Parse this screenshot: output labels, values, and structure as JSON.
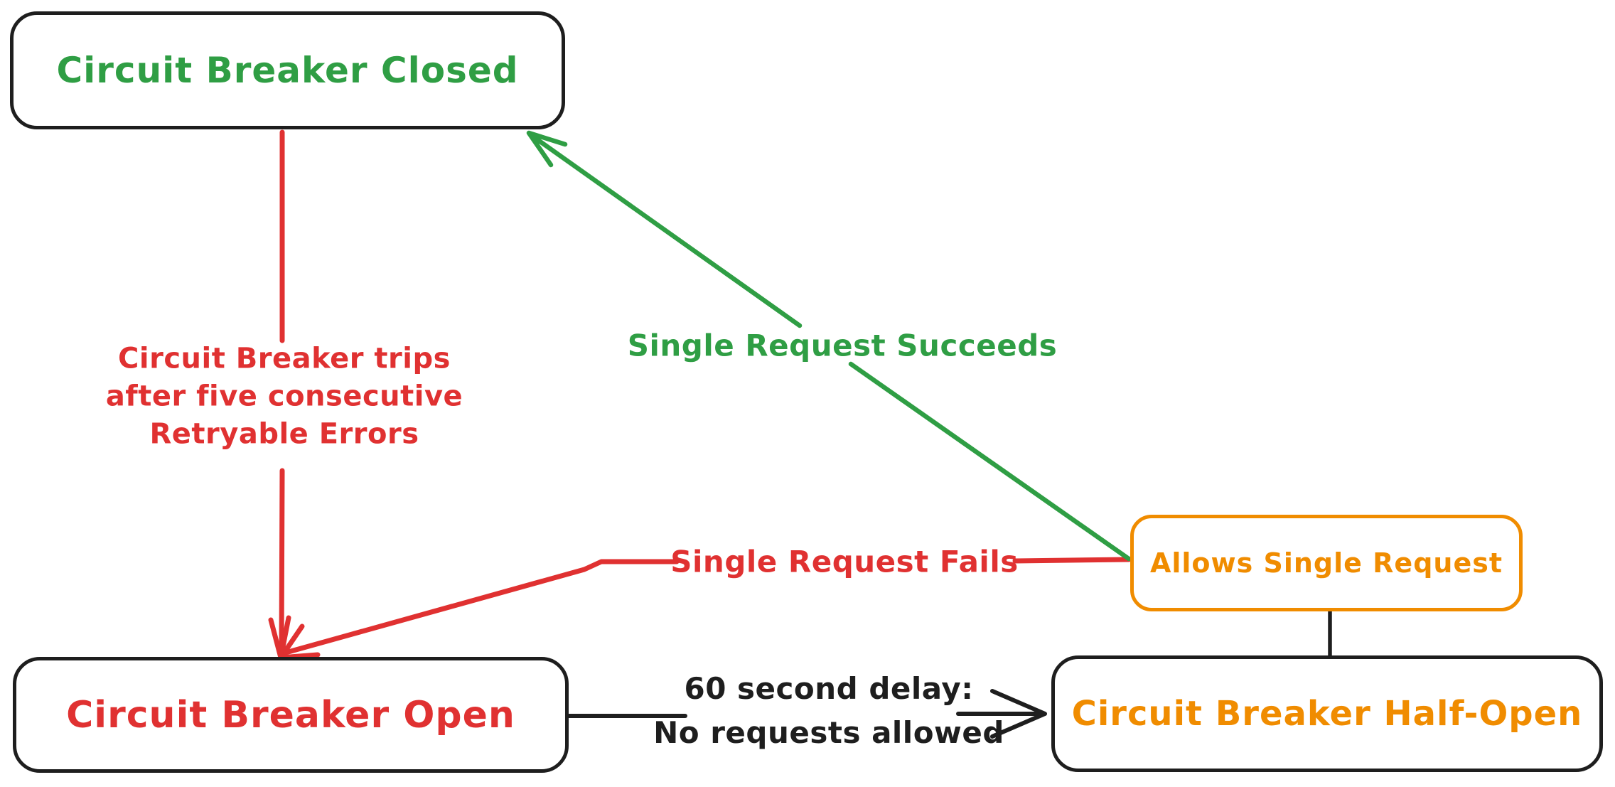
{
  "colors": {
    "background": "#ffffff",
    "ink": "#1e1e1e",
    "green": "#2f9e44",
    "red": "#e03131",
    "orange": "#f08c00"
  },
  "nodes": {
    "closed": {
      "label": "Circuit Breaker Closed"
    },
    "open": {
      "label": "Circuit Breaker Open"
    },
    "half_open": {
      "label": "Circuit Breaker Half-Open"
    },
    "allows": {
      "label": "Allows Single Request"
    }
  },
  "edges": {
    "trip": {
      "from": "closed",
      "to": "open",
      "lines": [
        "Circuit Breaker trips",
        "after five consecutive",
        "Retryable Errors"
      ]
    },
    "succeeds": {
      "from": "allows",
      "to": "closed",
      "label": "Single Request Succeeds"
    },
    "fails": {
      "from": "allows",
      "to": "open",
      "label": "Single Request Fails"
    },
    "delay": {
      "from": "open",
      "to": "half_open",
      "lines": [
        "60 second delay:",
        "No requests allowed"
      ]
    },
    "half_open_allows": {
      "from": "half_open",
      "to": "allows",
      "label": ""
    }
  }
}
